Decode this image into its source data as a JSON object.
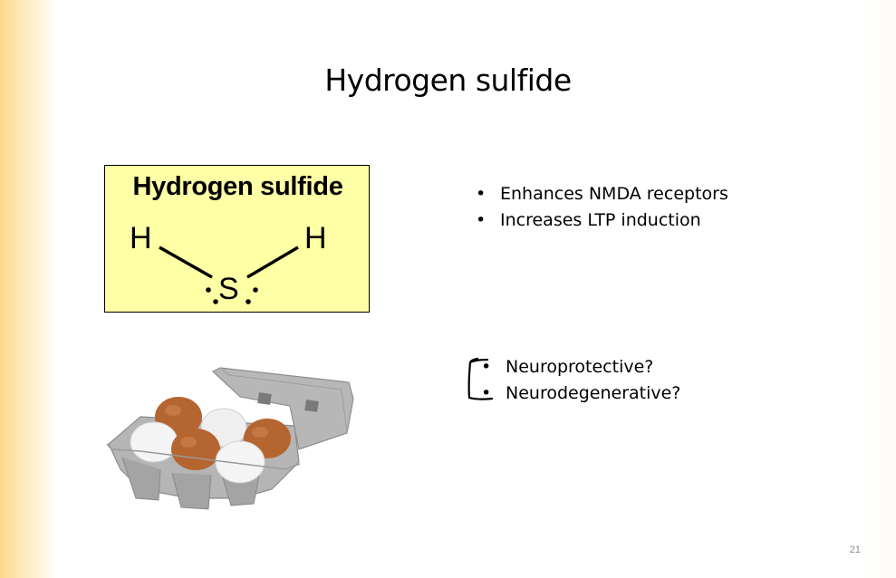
{
  "slide": {
    "title": "Hydrogen sulfide",
    "number": "21"
  },
  "molecule": {
    "title": "Hydrogen sulfide",
    "atom_h_left": "H",
    "atom_h_right": "H",
    "atom_s": "S",
    "background_color": "#ffffa6"
  },
  "bullets_top": [
    "Enhances NMDA receptors",
    "Increases LTP induction"
  ],
  "bullets_bottom": [
    "Neuroprotective?",
    "Neurodegenerative?"
  ],
  "bullet_glyph": "•",
  "icons": {
    "eggs_image": "egg-carton-image",
    "bracket": "handwritten-bracket"
  }
}
